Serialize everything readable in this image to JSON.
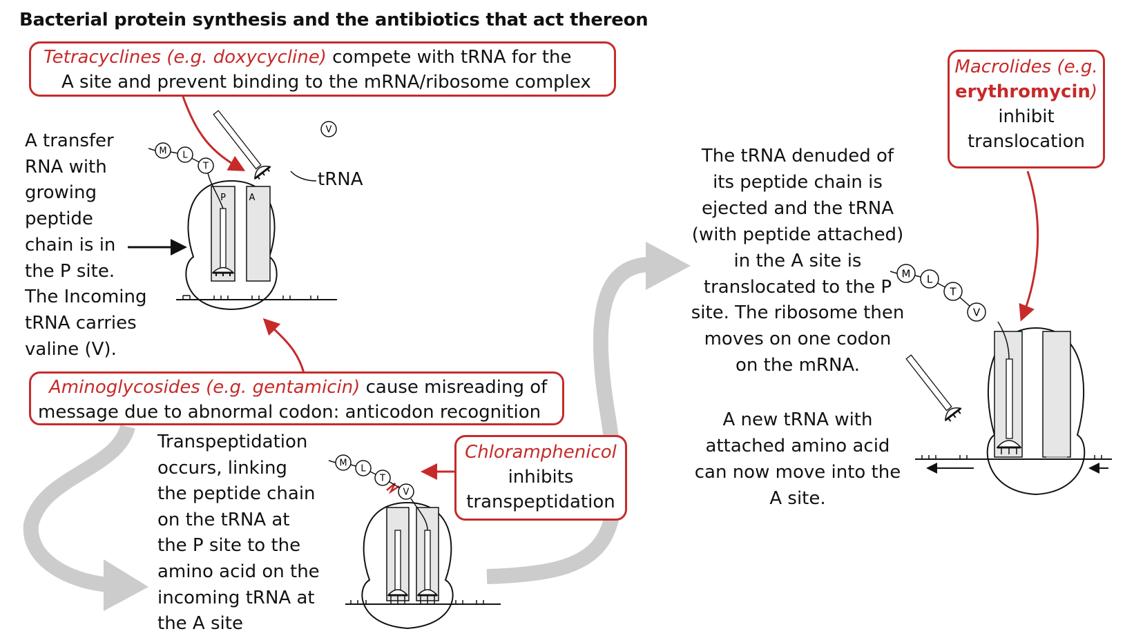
{
  "title": "Bacterial protein synthesis and the antibiotics that act thereon",
  "tetracyclines": {
    "drug": "Tetracyclines (e.g.",
    "example": "doxycycline)",
    "line1_rest": " compete with tRNA for the",
    "line2": "A site and prevent binding to the mRNA/ribosome complex"
  },
  "macrolides": {
    "line1": "Macrolides (e.g.",
    "line2": "erythromycin",
    "line2_end": ")",
    "line3": "inhibit",
    "line4": "translocation"
  },
  "aminoglycosides": {
    "drug": "Aminoglycosides (e.g.",
    "example": "gentamicin)",
    "line1_rest": " cause misreading of",
    "line2": "message due to abnormal codon: anticodon recognition"
  },
  "chloramphenicol": {
    "line1": "Chloramphenicol",
    "line2": "inhibits",
    "line3": "transpeptidation"
  },
  "left_text": [
    "A transfer",
    "RNA with",
    "growing",
    "peptide",
    "chain is in",
    "the P site.",
    "The Incoming",
    "tRNA carries",
    "valine (V)."
  ],
  "transpeptidation_text": [
    "Transpeptidation",
    "occurs, linking",
    "the peptide chain",
    "on the tRNA at",
    "the P site to the",
    "amino acid on the",
    "incoming tRNA at",
    "the A site"
  ],
  "translocation_text": [
    "The tRNA denuded of",
    "its peptide chain is",
    "ejected and the tRNA",
    "(with peptide attached)",
    "in the A site is",
    "translocated to the P",
    "site.  The ribosome then",
    "moves on one codon",
    "on the mRNA."
  ],
  "new_trna_text": [
    "A new tRNA with",
    "attached amino acid",
    "can now move into the",
    "A site."
  ],
  "trna_label": "tRNA",
  "site_labels": {
    "p": "P",
    "a": "A"
  },
  "amino_acids": [
    "M",
    "L",
    "T",
    "V"
  ],
  "colors": {
    "accent": "#c62a2a",
    "flow_arrow": "#cccccc",
    "site_fill": "#e6e6e6"
  }
}
